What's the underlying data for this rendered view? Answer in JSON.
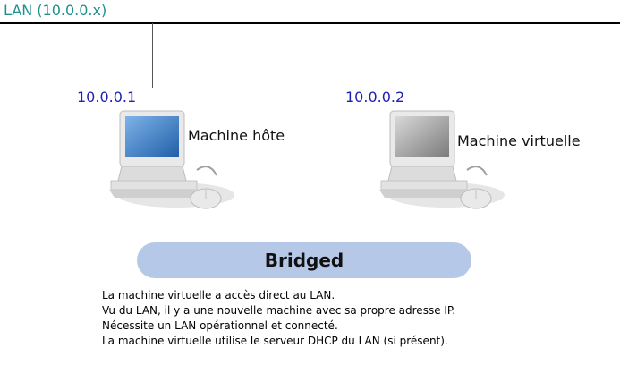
{
  "network": {
    "label": "LAN (10.0.0.x)"
  },
  "machines": [
    {
      "ip": "10.0.0.1",
      "label": "Machine hôte",
      "screen_color": "#3b7fc9"
    },
    {
      "ip": "10.0.0.2",
      "label": "Machine virtuelle",
      "screen_color": "#9a9a9a"
    }
  ],
  "mode": {
    "title": "Bridged",
    "color": "#b6c8e8"
  },
  "description": [
    "La machine virtuelle a accès direct au LAN.",
    "Vu du LAN, il y a une nouvelle machine avec sa propre adresse IP.",
    "Nécessite un LAN opérationnel et connecté.",
    "La machine virtuelle utilise le serveur DHCP du LAN (si présent)."
  ],
  "icons": {
    "computer": "computer-icon",
    "mouse": "mouse-icon"
  }
}
